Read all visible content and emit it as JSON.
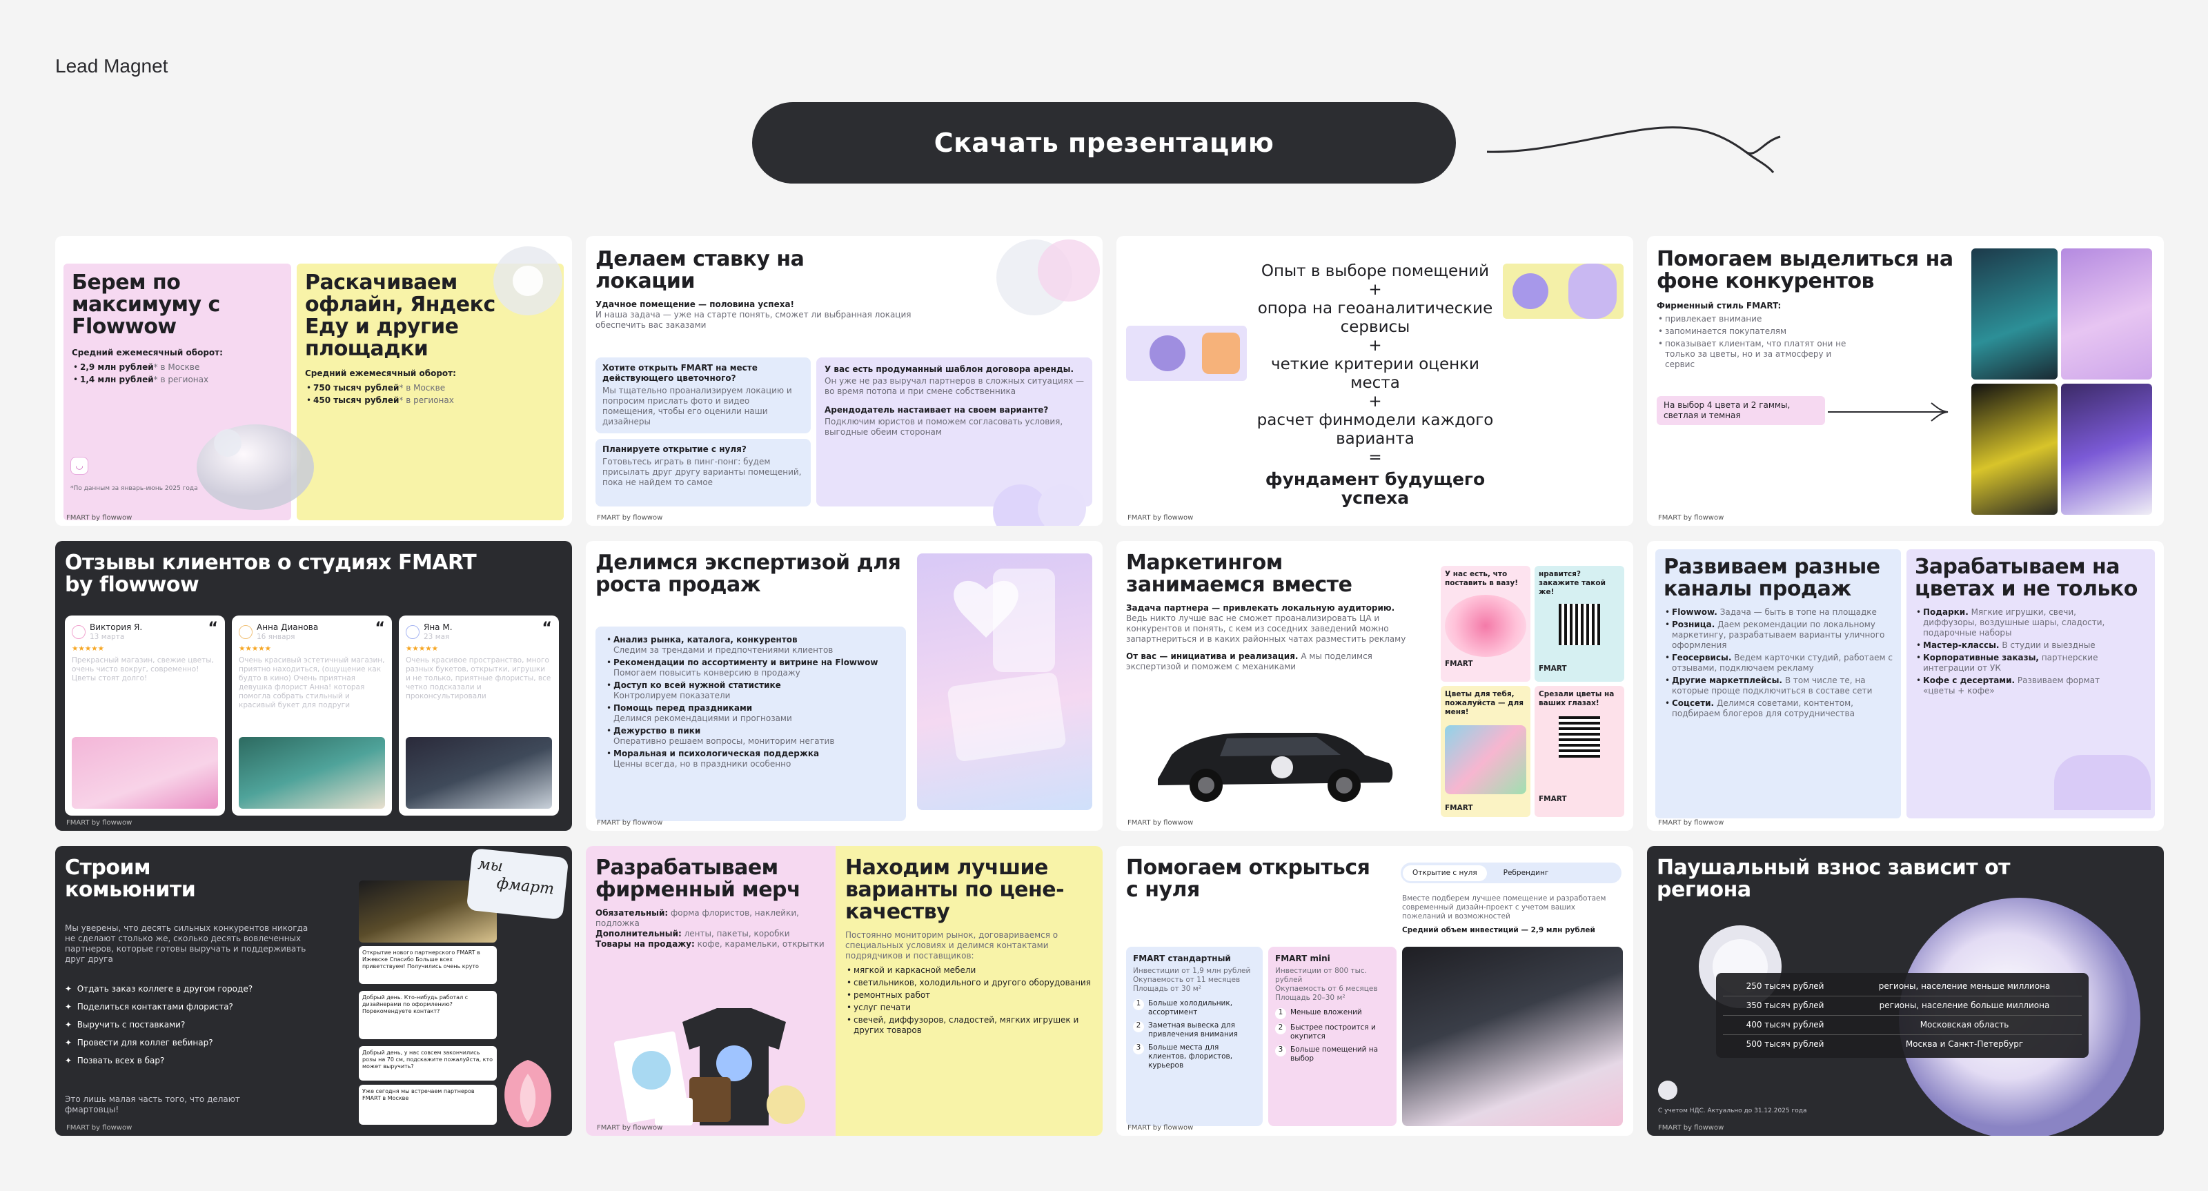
{
  "page": {
    "label": "Lead Magnet",
    "cta": "Скачать презентацию"
  },
  "footer": "FMART by flowwow",
  "s1": {
    "left_title": "Берем по максимуму с Flowwow",
    "left_sub": "Средний ежемесячный оборот:",
    "left_items": [
      {
        "b": "2,9 млн рублей",
        "t": "* в Москве"
      },
      {
        "b": "1,4 млн рублей",
        "t": "* в регионах"
      }
    ],
    "note": "*По данным за январь-июнь 2025 года",
    "right_title": "Раскачиваем офлайн, Яндекс Еду и другие площадки",
    "right_sub": "Средний ежемесячный оборот:",
    "right_items": [
      {
        "b": "750 тысяч рублей",
        "t": "* в Москве"
      },
      {
        "b": "450 тысяч рублей",
        "t": "* в регионах"
      }
    ]
  },
  "s2": {
    "title": "Делаем ставку на локации",
    "lead_b": "Удачное помещение — половина успеха!",
    "lead": "И наша задача — уже на старте понять, сможет ли выбранная локация обеспечить вас заказами",
    "c1_q": "Хотите открыть FMART на месте действующего цветочного?",
    "c1_a": "Мы тщательно проанализируем локацию и попросим прислать фото и видео помещения, чтобы его оценили наши дизайнеры",
    "c2_q": "Планируете открытие с нуля?",
    "c2_a": "Готовьтесь играть в пинг-понг: будем присылать друг другу варианты помещений, пока не найдем то самое",
    "c3_q": "У вас есть продуманный шаблон договора аренды.",
    "c3_a": "Он уже не раз выручал партнеров в сложных ситуациях — во время потопа и при смене собственника",
    "c4_q": "Арендодатель настаивает на своем варианте?",
    "c4_a": "Подключим юристов и поможем согласовать условия, выгодные обеим сторонам"
  },
  "s3": {
    "lines": [
      "Опыт в выборе помещений",
      "+",
      "опора на геоаналитические сервисы",
      "+",
      "четкие критерии оценки места",
      "+",
      "расчет финмодели каждого варианта",
      "="
    ],
    "final": "фундамент будущего успеха"
  },
  "s4": {
    "title": "Помогаем выделиться на фоне конкурентов",
    "sub": "Фирменный стиль FMART:",
    "items": [
      "привлекает внимание",
      "запоминается покупателям",
      "показывает клиентам, что платят они не только за цветы, но и за атмосферу и сервис"
    ],
    "chip": "На выбор 4 цвета и 2 гаммы, светлая и темная"
  },
  "s5": {
    "title": "Отзывы клиентов о студиях FMART by flowwow",
    "reviews": [
      {
        "name": "Виктория Я.",
        "date": "13 марта",
        "text": "Прекрасный магазин, свежие цветы, очень чисто вокруг, современно! Цветы стоят долго!"
      },
      {
        "name": "Анна Дианова",
        "date": "16 января",
        "text": "Очень красивый эстетичный магазин, приятно находиться, (ощущение как будто в кино) Очень приятная девушка флорист Анна! которая помогла собрать стильный и красивый букет для подруги"
      },
      {
        "name": "Яна М.",
        "date": "23 мая",
        "text": "Очень красивое пространство, много разных букетов, открытки, игрушки и не только, приятные флористы, все четко подсказали и проконсультировали"
      }
    ],
    "stars": "★★★★★",
    "quote": "“"
  },
  "s6": {
    "title": "Делимся экспертизой для роста продаж",
    "items": [
      {
        "b": "Анализ рынка, каталога, конкурентов",
        "t": "Следим за трендами и предпочтениями клиентов"
      },
      {
        "b": "Рекомендации по ассортименту и витрине на Flowwow",
        "t": "Помогаем повысить конверсию в продажу"
      },
      {
        "b": "Доступ ко всей нужной статистике",
        "t": "Контролируем показатели"
      },
      {
        "b": "Помощь перед праздниками",
        "t": "Делимся рекомендациями и прогнозами"
      },
      {
        "b": "Дежурство в пики",
        "t": "Оперативно решаем вопросы, мониторим негатив"
      },
      {
        "b": "Моральная и психологическая поддержка",
        "t": "Ценны всегда, но в праздники особенно"
      }
    ]
  },
  "s7": {
    "title": "Маркетингом занимаемся вместе",
    "p1_b": "Задача партнера — привлекать локальную аудиторию.",
    "p1": "Ведь никто лучше вас не сможет проанализировать ЦА и конкурентов и понять, с кем из соседних заведений можно запартнериться и в каких районных чатах разместить рекламу",
    "p2_b": "От вас — инициатива и реализация.",
    "p2": "А мы поделимся экспертизой и поможем с механиками",
    "card1": "У нас есть, что поставить в вазу!",
    "card2": "нравится? закажите такой же!",
    "card3": "Цветы для тебя, пожалуйста — для меня!",
    "card4": "Срезали цветы на ваших глазах!",
    "brand": "FMART"
  },
  "s8": {
    "left_title": "Развиваем разные каналы продаж",
    "left_items": [
      {
        "b": "Flowwow.",
        "t": "Задача — быть в топе на площадке"
      },
      {
        "b": "Розница.",
        "t": "Даем рекомендации по локальному маркетингу, разрабатываем варианты уличного оформления"
      },
      {
        "b": "Геосервисы.",
        "t": "Ведем карточки студий, работаем с отзывами, подключаем рекламу"
      },
      {
        "b": "Другие маркетплейсы.",
        "t": "В том числе те, на которые проще подключиться в составе сети"
      },
      {
        "b": "Соцсети.",
        "t": "Делимся советами, контентом, подбираем блогеров для сотрудничества"
      }
    ],
    "right_title": "Зарабатываем на цветах и не только",
    "right_items": [
      {
        "b": "Подарки.",
        "t": "Мягкие игрушки, свечи, диффузоры, воздушные шары, сладости, подарочные наборы"
      },
      {
        "b": "Мастер-классы.",
        "t": "В студии и выездные"
      },
      {
        "b": "Корпоративные заказы,",
        "t": "партнерские интеграции от УК"
      },
      {
        "b": "Кофе с десертами.",
        "t": "Развиваем формат «цветы + кофе»"
      }
    ]
  },
  "s9": {
    "title": "Строим комьюнити",
    "lead": "Мы уверены, что десять сильных конкурентов никогда не сделают столько же, сколько десять вовлеченных партнеров, которые готовы выручать и поддерживать друг друга",
    "items": [
      "Отдать заказ коллеге в другом городе?",
      "Поделиться контактами флориста?",
      "Выручить с поставками?",
      "Провести для коллег вебинар?",
      "Позвать всех в бар?"
    ],
    "outro": "Это лишь малая часть того, что делают фмартовцы!",
    "sticker1": "мы",
    "sticker2": "фмарт",
    "msg1": "Открытие нового партнерского FMART в Ижевске Спасибо Больше всех приветствуем! Получились очень круто",
    "msg2": "Добрый день. Кто-нибудь работал с дизайнерами по оформлению? Порекомендуете контакт?",
    "msg3": "Добрый день, у нас совсем закончились розы на 70 см, подскажите пожалуйста, кто может выручить?",
    "msg4": "Уже сегодня мы встречаем партнеров FMART в Москве"
  },
  "s10": {
    "left_title": "Разрабатываем фирменный мерч",
    "required_b": "Обязательный:",
    "required": "форма флористов, наклейки, подложка",
    "extra_b": "Дополнительный:",
    "extra": "ленты, пакеты, коробки",
    "sale_b": "Товары на продажу:",
    "sale": "кофе, карамельки, открытки",
    "right_title": "Находим лучшие варианты по цене-качеству",
    "right_lead": "Постоянно мониторим рынок, договариваемся о специальных условиях и делимся контактами подрядчиков и поставщиков:",
    "right_items": [
      "мягкой и каркасной мебели",
      "светильников, холодильного и другого оборудования",
      "ремонтных работ",
      "услуг печати",
      "свечей, диффузоров, сладостей, мягких игрушек и других товаров"
    ]
  },
  "s11": {
    "title": "Помогаем открыться с нуля",
    "tab_active": "Открытие с нуля",
    "tab_other": "Ребрендинг",
    "lead": "Вместе подберем лучшее помещение и разработаем современный дизайн-проект с учетом ваших пожеланий и возможностей",
    "avg": "Средний объем инвестиций — 2,9 млн рублей",
    "std": {
      "name": "FMART стандартный",
      "meta": "Инвестиции от 1,9 млн рублей\nОкупаемость от 11 месяцев\nПлощадь от 30 м²",
      "items": [
        "Больше холодильник, ассортимент",
        "Заметная вывеска для привлечения внимания",
        "Больше места для клиентов, флористов, курьеров"
      ]
    },
    "mini": {
      "name": "FMART mini",
      "meta": "Инвестиции от 800 тыс. рублей\nОкупаемость от 6 месяцев\nПлощадь 20–30 м²",
      "items": [
        "Меньше вложений",
        "Быстрее построится и окупится",
        "Больше помещений на выбор"
      ]
    }
  },
  "s12": {
    "title": "Паушальный взнос зависит от региона",
    "rows": [
      {
        "price": "250 тысяч рублей",
        "region": "регионы, население меньше миллиона"
      },
      {
        "price": "350 тысяч рублей",
        "region": "регионы, население больше миллиона"
      },
      {
        "price": "400 тысяч рублей",
        "region": "Московская область"
      },
      {
        "price": "500 тысяч рублей",
        "region": "Москва и Санкт-Петербург"
      }
    ],
    "note": "С учетом НДС. Актуально до 31.12.2025 года"
  },
  "colors": {
    "dark": "#2a2b2f",
    "pink": "#f6d9f1",
    "yellow": "#f8f3a8",
    "lavender": "#e8e2fb",
    "blue": "#e3ebfb"
  }
}
